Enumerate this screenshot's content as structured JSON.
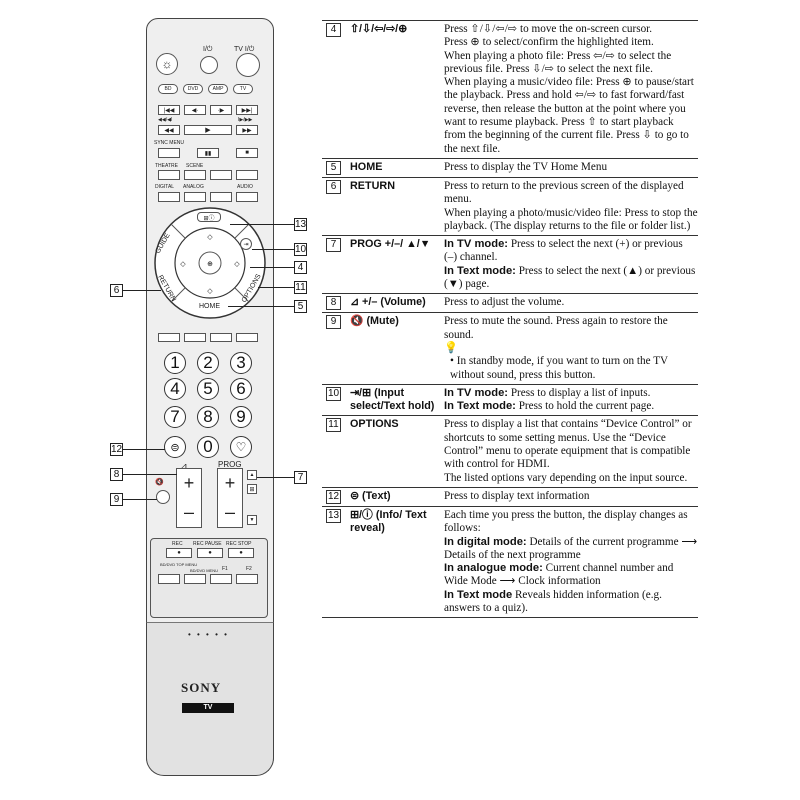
{
  "remote": {
    "brand": "SONY",
    "sub_brand": "TV",
    "top_labels": {
      "power_io": "I/⏻",
      "tv_power": "TV I/⏻"
    },
    "source_buttons": [
      "BD",
      "DVD",
      "AMP",
      "TV"
    ],
    "transport_row1": [
      "|◀◀",
      "◀·",
      "·▶",
      "▶▶|"
    ],
    "transport_labels": [
      "◀◀/◀I",
      "I▶/▶▶"
    ],
    "sync_menu": "SYNC MENU",
    "mode_labels": [
      "THEATRE",
      "SCENE",
      "",
      ""
    ],
    "mode_labels2": [
      "DIGITAL",
      "ANALOG",
      "",
      "AUDIO"
    ],
    "ring_labels": {
      "guide": "GUIDE",
      "return": "RETURN",
      "home": "HOME",
      "options": "OPTIONS"
    },
    "digits": [
      "1",
      "2",
      "3",
      "4",
      "5",
      "6",
      "7",
      "8",
      "9",
      "0"
    ],
    "volume_signs": {
      "plus": "+",
      "minus": "–"
    },
    "prog_label": "PROG",
    "rec_labels": [
      "REC",
      "REC PAUSE",
      "REC STOP"
    ],
    "bottom_labels": [
      "BD/DVD TOP MENU",
      "BD/DVD MENU",
      "F1",
      "F2"
    ],
    "callouts": [
      "13",
      "10",
      "4",
      "6",
      "11",
      "5",
      "12",
      "8",
      "7",
      "9"
    ]
  },
  "rows": [
    {
      "num": "4",
      "name": "⇧/⇩/⇦/⇨/⊕",
      "lines": [
        "Press ⇧/⇩/⇦/⇨ to move the on-screen cursor.",
        "Press ⊕ to select/confirm the highlighted item.",
        "When playing a photo file: Press ⇦/⇨ to select the previous file. Press ⇩/⇨ to select the next file.",
        "When playing a music/video file: Press ⊕ to pause/start the playback. Press and hold ⇦/⇨ to fast forward/fast reverse, then release the button at the point where you want to resume playback. Press ⇧ to start playback from the beginning of the current file. Press ⇩ to go to the next file."
      ]
    },
    {
      "num": "5",
      "name": "HOME",
      "lines": [
        "Press to display the TV Home Menu"
      ]
    },
    {
      "num": "6",
      "name": "RETURN",
      "lines": [
        "Press to return to the previous screen of the displayed menu.",
        "When playing a photo/music/video file: Press to stop the playback. (The display returns to the file or folder list.)"
      ]
    },
    {
      "num": "7",
      "name": "PROG +/–/ ▲/▼",
      "modes": [
        {
          "label": "In TV mode:",
          "text": "Press to select the next (+) or previous (–) channel."
        },
        {
          "label": "In Text mode:",
          "text": "Press to select the next (▲) or previous (▼) page."
        }
      ]
    },
    {
      "num": "8",
      "name": "⊿ +/– (Volume)",
      "lines": [
        "Press to adjust the volume."
      ]
    },
    {
      "num": "9",
      "name": "🔇 (Mute)",
      "lines": [
        "Press to mute the sound. Press again to restore the sound."
      ],
      "tip_icon": "💡",
      "tip": "• In standby mode, if you want to turn on the TV without sound, press this button."
    },
    {
      "num": "10",
      "name": "⇥/⊞ (Input select/Text hold)",
      "modes": [
        {
          "label": "In TV mode:",
          "text": "Press to display a list of inputs."
        },
        {
          "label": "In Text mode:",
          "text": "Press to hold the current page."
        }
      ]
    },
    {
      "num": "11",
      "name": "OPTIONS",
      "lines": [
        "Press to display a list that contains “Device Control” or shortcuts to some setting menus. Use the “Device Control” menu to operate equipment that is compatible with control for HDMI.",
        "The listed options vary depending on the input source."
      ]
    },
    {
      "num": "12",
      "name": "⊜ (Text)",
      "lines": [
        "Press to display text information"
      ]
    },
    {
      "num": "13",
      "name": "⊞/ⓘ (Info/ Text reveal)",
      "lines": [
        "Each time you press the button, the display changes as follows:"
      ],
      "modes": [
        {
          "label": "In digital mode:",
          "text": "Details of the current programme ⟶ Details of the next programme"
        },
        {
          "label": "In analogue mode:",
          "text": "Current channel number and Wide Mode ⟶ Clock information"
        },
        {
          "label": "In Text mode",
          "text": " Reveals hidden information (e.g. answers to a quiz)."
        }
      ]
    }
  ]
}
